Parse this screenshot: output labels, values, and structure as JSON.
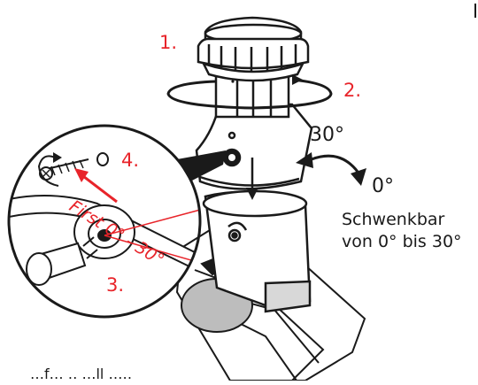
{
  "steps": {
    "s1": "1.",
    "s2": "2.",
    "s3": "3.",
    "s4": "4."
  },
  "angles": {
    "top": "30°",
    "bottom": "0°"
  },
  "pivot_label": {
    "line1": "Schwenkbar",
    "line2": "von 0° bis 30°"
  },
  "detail_label": "First 0° - 30°",
  "cut_text": "…f… ‥ …ll ‥…",
  "colors": {
    "accent": "#e8242a",
    "ink": "#1a1a1a"
  }
}
